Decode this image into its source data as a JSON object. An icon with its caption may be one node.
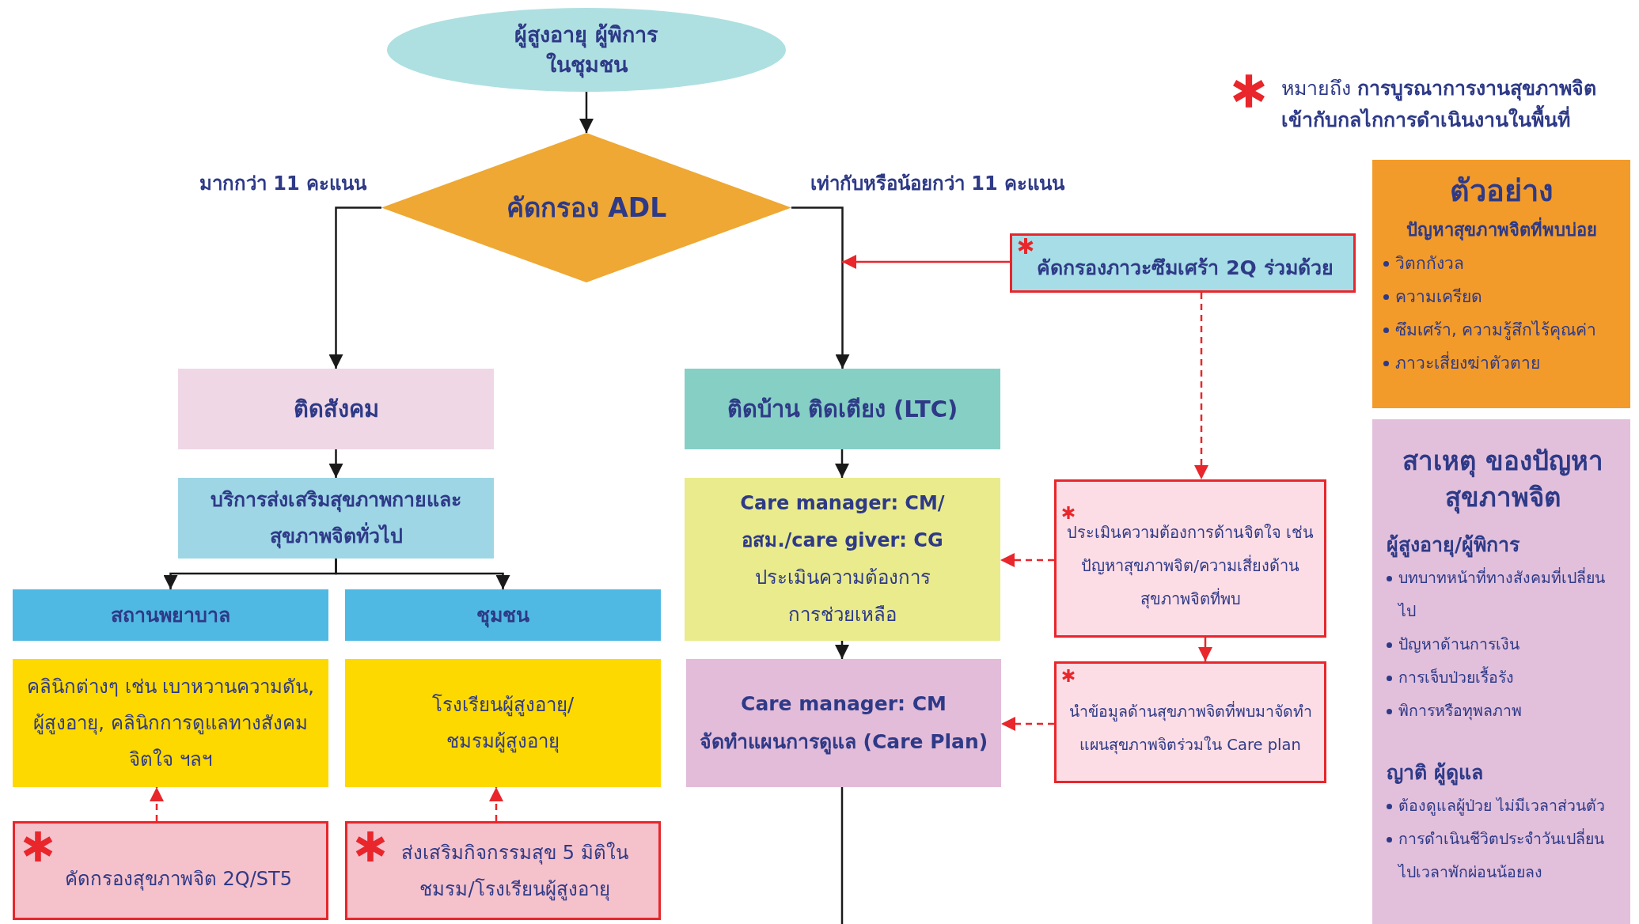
{
  "diagram": {
    "nodes": [
      {
        "text": [
          "ผู้สูงอายุ ผู้พิการในชุมชน"
        ]
      },
      {
        "text": [
          "คัดกรอง ADL"
        ]
      },
      {
        "text": [
          "ติดสังคม"
        ]
      },
      {
        "text": [
          "ติดบ้าน ติดเตียง (LTC)"
        ]
      },
      {
        "text": [
          "คัดกรองภาวะซึมเศร้า 2Q ร่วมด้วย"
        ]
      },
      {
        "text": [
          "บริการส่งเสริมสุขภาพกายและสุขภาพจิตทั่วไป"
        ]
      },
      {
        "text": [
          "สถานพยาบาล"
        ]
      },
      {
        "text": [
          "ชุมชน"
        ]
      },
      {
        "text": [
          "คลินิกต่างๆ เช่น เบาหวานความดัน, ผู้สูงอายุ, คลินิกการดูแลทางสังคมจิตใจ ฯลฯ"
        ]
      },
      {
        "text": [
          "โรงเรียนผู้สูงอายุ/ชมรมผู้สูงอายุ"
        ]
      },
      {
        "text": [
          "คัดกรองสุขภาพจิต 2Q/ST5"
        ]
      },
      {
        "text": [
          "ส่งเสริมกิจกรรมสุข 5 มิติในชมรม/โรงเรียนผู้สูงอายุ"
        ]
      },
      {
        "text": [
          "Care manager: CM/ อสม./care giver: CG",
          "ประเมินความต้องการการช่วยเหลือ"
        ]
      },
      {
        "text": [
          "Care manager: CM",
          "จัดทำแผนการดูแล (Care Plan)"
        ]
      },
      {
        "text": [
          "ประเมินความต้องการด้านจิตใจ เช่น ปัญหาสุขภาพจิต/ความเสี่ยงด้านสุขภาพจิตที่พบ"
        ]
      },
      {
        "text": [
          "นำข้อมูลด้านสุขภาพจิตที่พบมาจัดทำแผนสุขภาพจิตร่วมใน Care plan"
        ]
      },
      {
        "text": [
          "ตัวอย่าง",
          "ปัญหาสุขภาพจิตที่พบบ่อย",
          "วิตกกังวล",
          "ความเครียด",
          "ซึมเศร้า, ความรู้สึกไร้คุณค่า",
          "ภาวะเสี่ยงฆ่าตัวตาย"
        ]
      },
      {
        "text": [
          "สาเหตุ ของปัญหาสุขภาพจิต",
          "ผู้สูงอายุ/ผู้พิการ",
          "บทบาทหน้าที่ทางสังคมที่เปลี่ยนไป",
          "ปัญหาด้านการเงิน",
          "การเจ็บป่วยเรื้อรัง",
          "พิการหรือทุพลภาพ",
          "ญาติ ผู้ดูแล",
          "ต้องดูแลผู้ป่วย ไม่มีเวลาส่วนตัว",
          "การดำเนินชีวิตประจำวันเปลี่ยนไปเวลาพักผ่อนน้อยลง"
        ]
      }
    ],
    "edges": [
      {
        "from": 0,
        "to": 1,
        "arrow": "to"
      },
      {
        "from": 1,
        "to": 2,
        "arrow": "to",
        "label": "มากกว่า 11 คะแนน"
      },
      {
        "from": 1,
        "to": 3,
        "arrow": "to",
        "label": "เท่ากับหรือน้อยกว่า 11 คะแนน"
      },
      {
        "from": 4,
        "to": null,
        "arrow": "to",
        "color": "#e8262b"
      },
      {
        "from": 2,
        "to": 5,
        "arrow": "to"
      },
      {
        "from": 5,
        "to": 6,
        "arrow": "to"
      },
      {
        "from": 5,
        "to": 7,
        "arrow": "to"
      },
      {
        "from": 10,
        "to": 8,
        "arrow": "to",
        "style": "dashed",
        "color": "#e8262b"
      },
      {
        "from": 11,
        "to": 9,
        "arrow": "to",
        "style": "dashed",
        "color": "#e8262b"
      },
      {
        "from": 3,
        "to": 12,
        "arrow": "to"
      },
      {
        "from": 12,
        "to": 13,
        "arrow": "to"
      },
      {
        "from": 13,
        "to": null,
        "arrow": "none"
      },
      {
        "from": 4,
        "to": 14,
        "arrow": "to",
        "style": "dashed",
        "color": "#e8262b"
      },
      {
        "from": 14,
        "to": 12,
        "arrow": "to",
        "style": "dashed",
        "color": "#e8262b"
      },
      {
        "from": 14,
        "to": 15,
        "arrow": "to",
        "color": "#e8262b"
      },
      {
        "from": 15,
        "to": 13,
        "arrow": "to",
        "style": "dashed",
        "color": "#e8262b"
      }
    ],
    "legend": [
      {
        "text": "หมายถึง **การบูรณาการงานสุขภาพจิตเข้ากับกลไกการดำเนินงานในพื้นที่**"
      }
    ]
  }
}
